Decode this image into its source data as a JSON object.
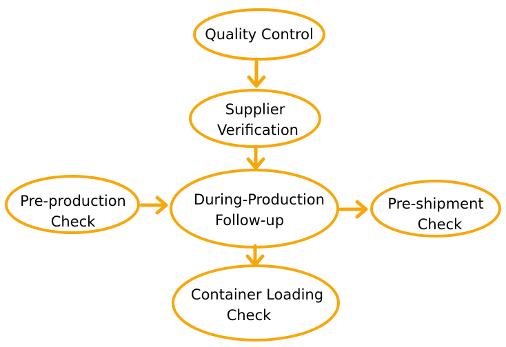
{
  "colors": {
    "accent": "#F7A70C",
    "text": "#000000",
    "background": "#FFFFFF"
  },
  "nodes": {
    "quality_control": {
      "line1": "Quality Control"
    },
    "supplier_verification": {
      "line1": "Supplier",
      "line2": "Verification"
    },
    "pre_production": {
      "line1": "Pre-production",
      "line2": "Check"
    },
    "during_production": {
      "line1": "During-Production",
      "line2": "Follow-up"
    },
    "pre_shipment": {
      "line1": "Pre-shipment",
      "line2": "Check"
    },
    "container_loading": {
      "line1": "Container Loading",
      "line2": "Check"
    }
  },
  "edges": [
    {
      "from": "Quality Control",
      "to": "Supplier Verification"
    },
    {
      "from": "Supplier Verification",
      "to": "During-Production Follow-up"
    },
    {
      "from": "Pre-production Check",
      "to": "During-Production Follow-up"
    },
    {
      "from": "During-Production Follow-up",
      "to": "Pre-shipment Check"
    },
    {
      "from": "During-Production Follow-up",
      "to": "Container Loading Check"
    }
  ]
}
